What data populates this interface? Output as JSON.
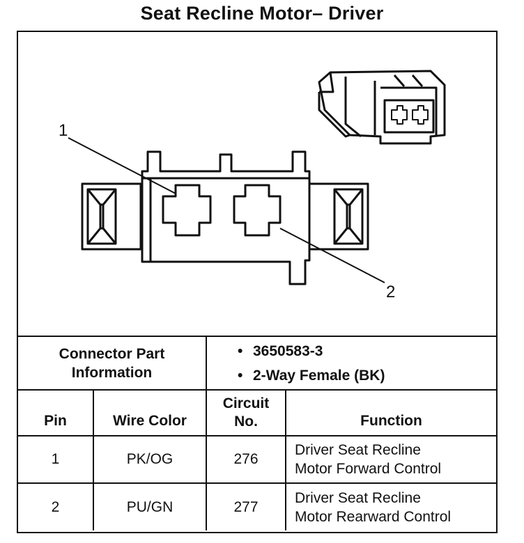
{
  "title": "Seat Recline Motor– Driver",
  "diagram": {
    "pin1_label": "1",
    "pin2_label": "2"
  },
  "connector": {
    "label_line1": "Connector Part",
    "label_line2": "Information",
    "bullet": "•",
    "items": [
      "3650583-3",
      "2-Way Female (BK)"
    ]
  },
  "table": {
    "headers": {
      "pin": "Pin",
      "wire_color": "Wire Color",
      "circuit_line1": "Circuit",
      "circuit_line2": "No.",
      "function": "Function"
    },
    "rows": [
      {
        "pin": "1",
        "wire_color": "PK/OG",
        "circuit": "276",
        "function_line1": "Driver Seat Recline",
        "function_line2": "Motor Forward Control"
      },
      {
        "pin": "2",
        "wire_color": "PU/GN",
        "circuit": "277",
        "function_line1": "Driver Seat Recline",
        "function_line2": "Motor Rearward Control"
      }
    ]
  }
}
